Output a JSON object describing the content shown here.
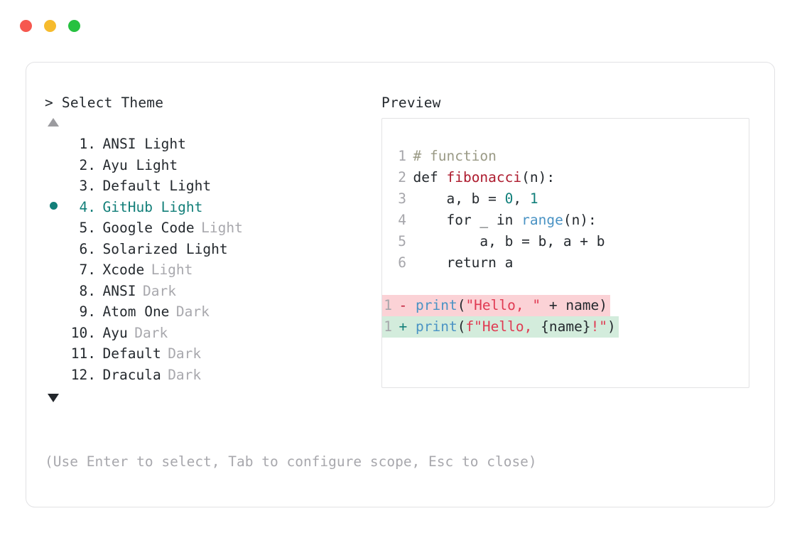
{
  "window": {
    "traffic_lights": [
      {
        "name": "close-button",
        "color": "#f6584f"
      },
      {
        "name": "minimize-button",
        "color": "#f6bb2d"
      },
      {
        "name": "maximize-button",
        "color": "#26c140"
      }
    ]
  },
  "accent_color": "#127f79",
  "left": {
    "header": "> Select Theme",
    "scroll_up": "▲",
    "scroll_down": "▼",
    "selected_index": 4,
    "bullet": "●",
    "items": [
      {
        "num": " 1.",
        "name": "ANSI Light",
        "variant": "",
        "selected": false
      },
      {
        "num": " 2.",
        "name": "Ayu Light",
        "variant": "",
        "selected": false
      },
      {
        "num": " 3.",
        "name": "Default Light",
        "variant": "",
        "selected": false
      },
      {
        "num": " 4.",
        "name": "GitHub Light",
        "variant": "",
        "selected": true
      },
      {
        "num": " 5.",
        "name": "Google Code",
        "variant": "Light",
        "selected": false
      },
      {
        "num": " 6.",
        "name": "Solarized Light",
        "variant": "",
        "selected": false
      },
      {
        "num": " 7.",
        "name": "Xcode",
        "variant": "Light",
        "selected": false
      },
      {
        "num": " 8.",
        "name": "ANSI",
        "variant": "Dark",
        "selected": false
      },
      {
        "num": " 9.",
        "name": "Atom One",
        "variant": "Dark",
        "selected": false
      },
      {
        "num": "10.",
        "name": "Ayu",
        "variant": "Dark",
        "selected": false
      },
      {
        "num": "11.",
        "name": "Default",
        "variant": "Dark",
        "selected": false
      },
      {
        "num": "12.",
        "name": "Dracula",
        "variant": "Dark",
        "selected": false
      }
    ]
  },
  "right": {
    "header": "Preview",
    "code": {
      "lines": [
        {
          "n": "1",
          "tokens": [
            {
              "t": "# function",
              "c": "comment"
            }
          ]
        },
        {
          "n": "2",
          "tokens": [
            {
              "t": "def ",
              "c": "kw"
            },
            {
              "t": "fibonacci",
              "c": "fn"
            },
            {
              "t": "(n):",
              "c": "plain"
            }
          ]
        },
        {
          "n": "3",
          "tokens": [
            {
              "t": "    a, b = ",
              "c": "plain"
            },
            {
              "t": "0",
              "c": "num"
            },
            {
              "t": ", ",
              "c": "plain"
            },
            {
              "t": "1",
              "c": "num"
            }
          ]
        },
        {
          "n": "4",
          "tokens": [
            {
              "t": "    for _ in ",
              "c": "plain"
            },
            {
              "t": "range",
              "c": "builtin"
            },
            {
              "t": "(n):",
              "c": "plain"
            }
          ]
        },
        {
          "n": "5",
          "tokens": [
            {
              "t": "        a, b = b, a + b",
              "c": "plain"
            }
          ]
        },
        {
          "n": "6",
          "tokens": [
            {
              "t": "    return a",
              "c": "plain"
            }
          ]
        }
      ],
      "diff": [
        {
          "n": "1",
          "kind": "del",
          "marker": "-",
          "tokens": [
            {
              "t": "print",
              "c": "builtin"
            },
            {
              "t": "(",
              "c": "plain"
            },
            {
              "t": "\"Hello, \"",
              "c": "str"
            },
            {
              "t": " + name)",
              "c": "plain"
            }
          ]
        },
        {
          "n": "1",
          "kind": "add",
          "marker": "+",
          "tokens": [
            {
              "t": "print",
              "c": "builtin"
            },
            {
              "t": "(",
              "c": "plain"
            },
            {
              "t": "f\"Hello, ",
              "c": "str"
            },
            {
              "t": "{name}",
              "c": "plain"
            },
            {
              "t": "!\"",
              "c": "str"
            },
            {
              "t": ")",
              "c": "plain"
            }
          ]
        }
      ]
    }
  },
  "footer": {
    "hint": "(Use Enter to select, Tab to configure scope, Esc to close)"
  }
}
